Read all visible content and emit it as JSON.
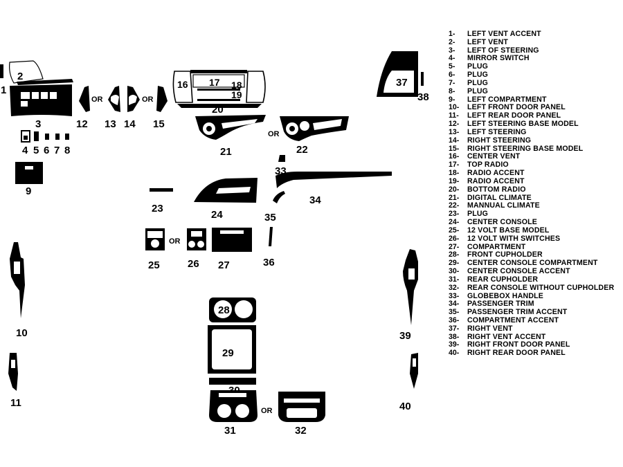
{
  "labels": {
    "p1": "1",
    "p2": "2",
    "p3": "3",
    "p4": "4",
    "p5": "5",
    "p6": "6",
    "p7": "7",
    "p8": "8",
    "p9": "9",
    "p10": "10",
    "p11": "11",
    "p12": "12",
    "p13": "13",
    "p14": "14",
    "p15": "15",
    "p16": "16",
    "p17": "17",
    "p18": "18",
    "p19": "19",
    "p20": "20",
    "p21": "21",
    "p22": "22",
    "p23": "23",
    "p24": "24",
    "p25": "25",
    "p26": "26",
    "p27": "27",
    "p28": "28",
    "p29": "29",
    "p30": "30",
    "p31": "31",
    "p32": "32",
    "p33": "33",
    "p34": "34",
    "p35": "35",
    "p36": "36",
    "p37": "37",
    "p38": "38",
    "p39": "39",
    "p40": "40"
  },
  "or_text": "OR",
  "legend": [
    {
      "num": "1-",
      "name": "LEFT VENT ACCENT"
    },
    {
      "num": "2-",
      "name": "LEFT VENT"
    },
    {
      "num": "3-",
      "name": "LEFT OF STEERING"
    },
    {
      "num": "4-",
      "name": "MIRROR SWITCH"
    },
    {
      "num": "5-",
      "name": "PLUG"
    },
    {
      "num": "6-",
      "name": "PLUG"
    },
    {
      "num": "7-",
      "name": "PLUG"
    },
    {
      "num": "8-",
      "name": "PLUG"
    },
    {
      "num": "9-",
      "name": "LEFT COMPARTMENT"
    },
    {
      "num": "10-",
      "name": "LEFT FRONT DOOR PANEL"
    },
    {
      "num": "11-",
      "name": "LEFT REAR DOOR PANEL"
    },
    {
      "num": "12-",
      "name": "LEFT STEERING BASE MODEL"
    },
    {
      "num": "13-",
      "name": "LEFT STEERING"
    },
    {
      "num": "14-",
      "name": "RIGHT STEERING"
    },
    {
      "num": "15-",
      "name": "RIGHT STEERING BASE MODEL"
    },
    {
      "num": "16-",
      "name": "CENTER VENT"
    },
    {
      "num": "17-",
      "name": "TOP RADIO"
    },
    {
      "num": "18-",
      "name": "RADIO ACCENT"
    },
    {
      "num": "19-",
      "name": "RADIO ACCENT"
    },
    {
      "num": "20-",
      "name": "BOTTOM RADIO"
    },
    {
      "num": "21-",
      "name": "DIGITAL CLIMATE"
    },
    {
      "num": "22-",
      "name": "MANNUAL CLIMATE"
    },
    {
      "num": "23-",
      "name": "PLUG"
    },
    {
      "num": "24-",
      "name": "CENTER CONSOLE"
    },
    {
      "num": "25-",
      "name": "12 VOLT BASE MODEL"
    },
    {
      "num": "26-",
      "name": "12 VOLT WITH SWITCHES"
    },
    {
      "num": "27-",
      "name": "COMPARTMENT"
    },
    {
      "num": "28-",
      "name": "FRONT CUPHOLDER"
    },
    {
      "num": "29-",
      "name": "CENTER CONSOLE COMPARTMENT"
    },
    {
      "num": "30-",
      "name": "CENTER CONSOLE ACCENT"
    },
    {
      "num": "31-",
      "name": "REAR CUPHOLDER"
    },
    {
      "num": "32-",
      "name": "REAR CONSOLE WITHOUT CUPHOLDER"
    },
    {
      "num": "33-",
      "name": "GLOBEBOX HANDLE"
    },
    {
      "num": "34-",
      "name": "PASSENGER TRIM"
    },
    {
      "num": "35-",
      "name": "PASSENGER TRIM ACCENT"
    },
    {
      "num": "36-",
      "name": "COMPARTMENT ACCENT"
    },
    {
      "num": "37-",
      "name": "RIGHT VENT"
    },
    {
      "num": "38-",
      "name": "RIGHT VENT ACCENT"
    },
    {
      "num": "39-",
      "name": "RIGHT FRONT DOOR PANEL"
    },
    {
      "num": "40-",
      "name": "RIGHT REAR DOOR PANEL"
    }
  ]
}
